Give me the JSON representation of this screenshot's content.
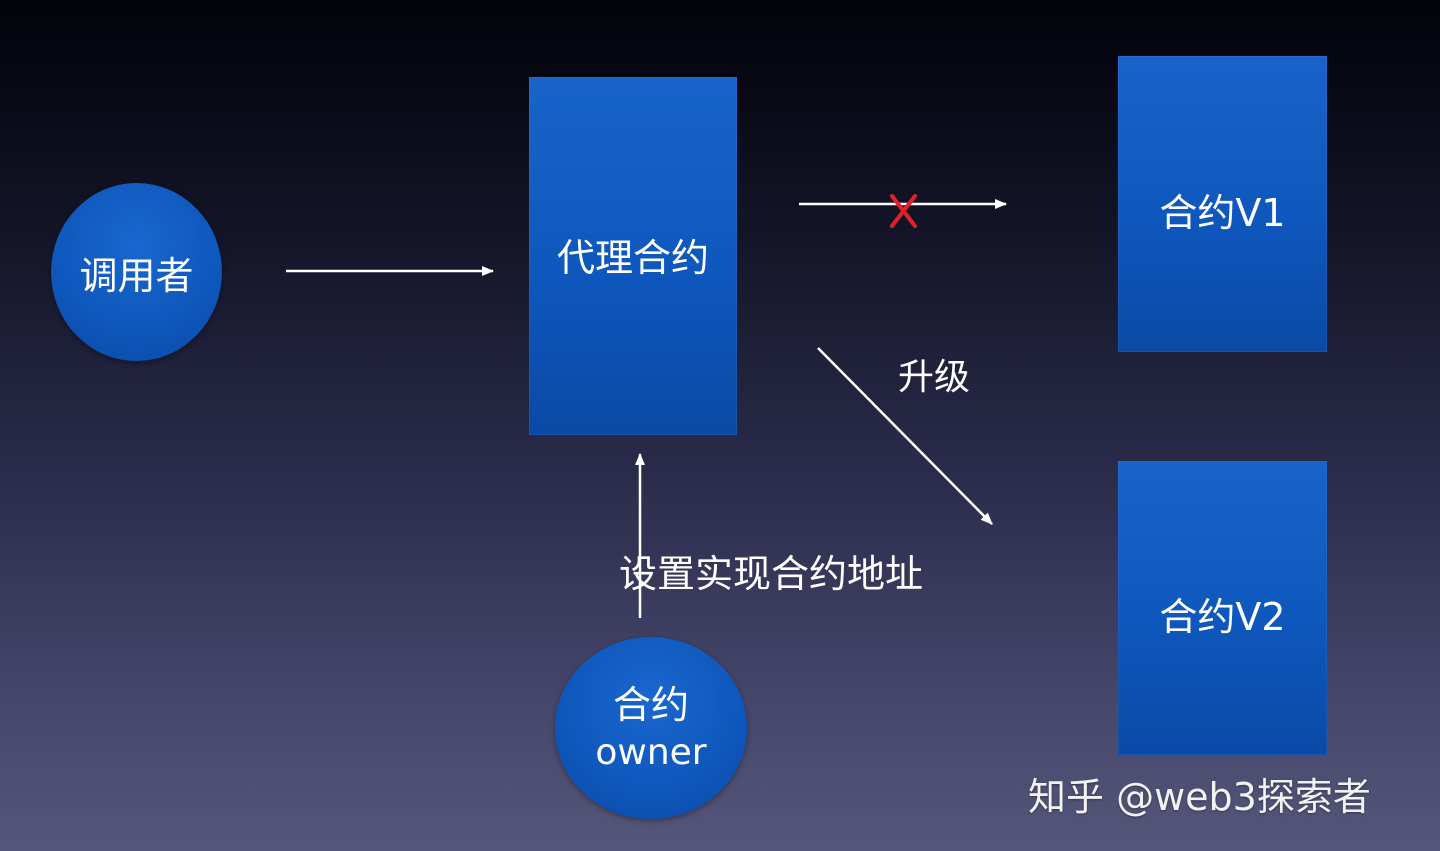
{
  "nodes": {
    "caller": "调用者",
    "proxy": "代理合约",
    "impl_v1": "合约V1",
    "impl_v2": "合约V2",
    "owner_line1": "合约",
    "owner_line2": "owner"
  },
  "edge_labels": {
    "upgrade": "升级",
    "set_impl": "设置实现合约地址"
  },
  "watermark": "知乎 @web3探索者",
  "colors": {
    "node_fill": "#0e57bd",
    "cross_mark": "#e0202a",
    "arrow": "#ffffff"
  }
}
